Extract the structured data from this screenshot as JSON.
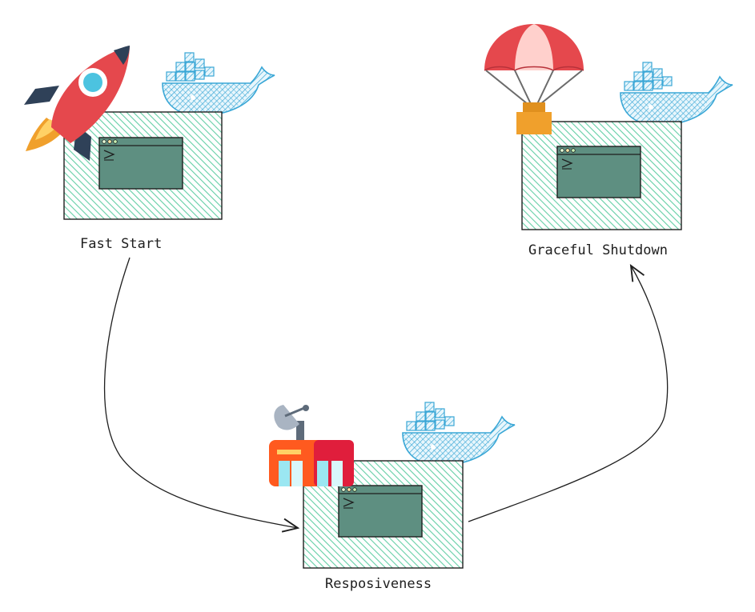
{
  "nodes": [
    {
      "id": "fast-start",
      "label": "Fast Start"
    },
    {
      "id": "graceful-shutdown",
      "label": "Graceful Shutdown"
    },
    {
      "id": "responsiveness",
      "label": "Resposiveness"
    }
  ],
  "edges": [
    {
      "from": "fast-start",
      "to": "responsiveness"
    },
    {
      "from": "responsiveness",
      "to": "graceful-shutdown"
    }
  ],
  "icons": [
    "rocket-icon",
    "parachute-icon",
    "satellite-dish-icon",
    "docker-whale-icon"
  ],
  "colors": {
    "box_fill": "#9be3c9",
    "box_hatch": "#4fc79a",
    "terminal": "#5e8f81",
    "whale": "#3aa7d6",
    "rocket": "#e5484d",
    "parachute": "#e5484d",
    "crate": "#f0a02c"
  }
}
